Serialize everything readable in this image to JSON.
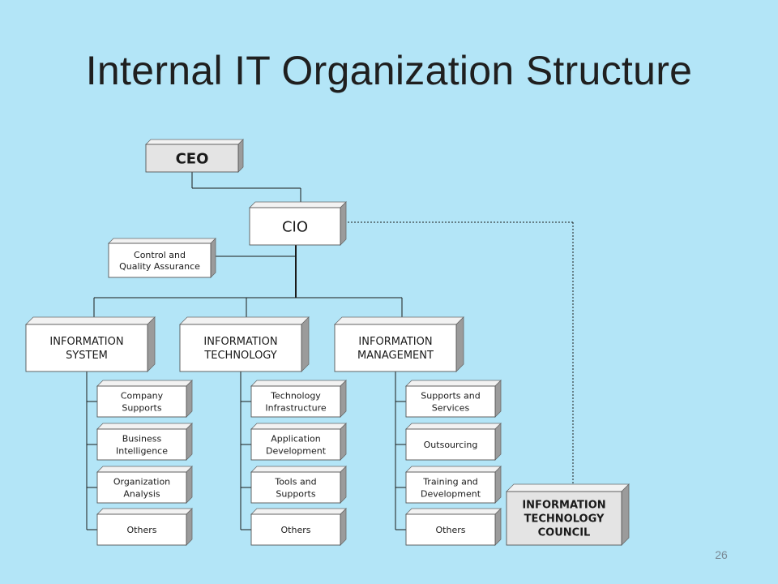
{
  "slide": {
    "title": "Internal IT Organization Structure",
    "page_number": "26"
  },
  "org": {
    "ceo": "CEO",
    "cio": "CIO",
    "control": [
      "Control and",
      "Quality Assurance"
    ],
    "council": [
      "INFORMATION",
      "TECHNOLOGY",
      "COUNCIL"
    ],
    "departments": [
      {
        "name": [
          "INFORMATION",
          "SYSTEM"
        ],
        "units": [
          [
            "Company",
            "Supports"
          ],
          [
            "Business",
            "Intelligence"
          ],
          [
            "Organization",
            "Analysis"
          ],
          [
            "Others"
          ]
        ]
      },
      {
        "name": [
          "INFORMATION",
          "TECHNOLOGY"
        ],
        "units": [
          [
            "Technology",
            "Infrastructure"
          ],
          [
            "Application",
            "Development"
          ],
          [
            "Tools and",
            "Supports"
          ],
          [
            "Others"
          ]
        ]
      },
      {
        "name": [
          "INFORMATION",
          "MANAGEMENT"
        ],
        "units": [
          [
            "Supports and",
            "Services"
          ],
          [
            "Outsourcing"
          ],
          [
            "Training and",
            "Development"
          ],
          [
            "Others"
          ]
        ]
      }
    ]
  },
  "colors": {
    "background": "#b3e5f7",
    "box_face": "#ffffff",
    "box_side": "#9b9b9b",
    "ceo_face": "#e4e4e4",
    "council_face": "#e4e4e4",
    "line": "#1a1a1a"
  }
}
